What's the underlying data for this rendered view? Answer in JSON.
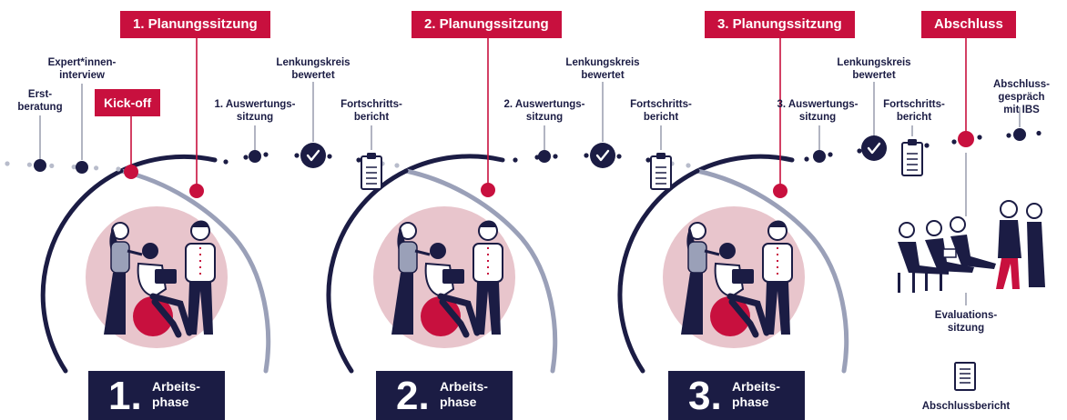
{
  "milestones": {
    "planning_1": "1. Planungssitzung",
    "planning_2": "2. Planungssitzung",
    "planning_3": "3. Planungssitzung",
    "closing": "Abschluss",
    "kickoff": "Kick-off"
  },
  "events": {
    "erstberatung": "Erst-\nberatung",
    "expert_interview": "Expert*innen-\ninterview",
    "eval_1": "1. Auswertungs-\nsitzung",
    "eval_2": "2. Auswertungs-\nsitzung",
    "eval_3": "3. Auswertungs-\nsitzung",
    "steering_1": "Lenkungskreis\nbewertet",
    "steering_2": "Lenkungskreis\nbewertet",
    "steering_3": "Lenkungskreis\nbewertet",
    "progress_1": "Fortschritts-\nbericht",
    "progress_2": "Fortschritts-\nbericht",
    "progress_3": "Fortschritts-\nbericht",
    "closing_talk": "Abschluss-\ngespräch mit IBS",
    "evaluation_session": "Evaluations-\nsitzung",
    "final_report": "Abschlussbericht"
  },
  "phases": [
    {
      "number": "1.",
      "label": "Arbeits-\nphase"
    },
    {
      "number": "2.",
      "label": "Arbeits-\nphase"
    },
    {
      "number": "3.",
      "label": "Arbeits-\nphase"
    }
  ],
  "colors": {
    "navy": "#1b1c44",
    "crimson": "#c8103e",
    "pink_bg": "#e8c5cc",
    "arc_grey": "#9aa0b8",
    "dot_grey": "#b8bccb",
    "line_grey": "#7f8399"
  },
  "icons": [
    "check-icon",
    "clipboard-icon",
    "document-icon",
    "people-group-illustration",
    "team-meeting-illustration"
  ]
}
